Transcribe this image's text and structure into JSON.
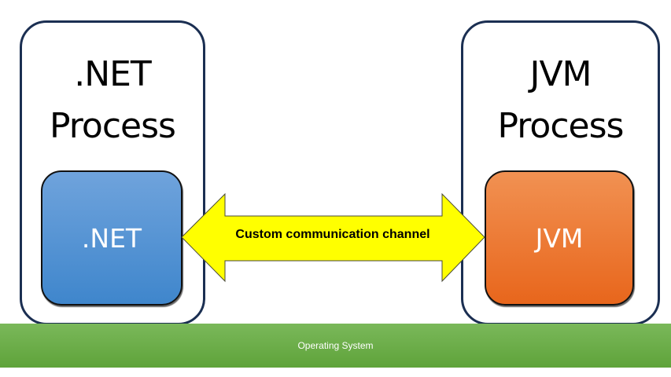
{
  "left_process": {
    "title_line1": ".NET",
    "title_line2": "Process",
    "runtime_label": ".NET",
    "runtime_color": "#4a8fd3"
  },
  "right_process": {
    "title_line1": "JVM",
    "title_line2": "Process",
    "runtime_label": "JVM",
    "runtime_color": "#ec7426"
  },
  "channel": {
    "label": "Custom communication channel",
    "color": "#ffff00",
    "direction": "bidirectional"
  },
  "os_layer": {
    "label": "Operating System",
    "color": "#6aac45"
  },
  "colors": {
    "process_border": "#1b2f52"
  }
}
